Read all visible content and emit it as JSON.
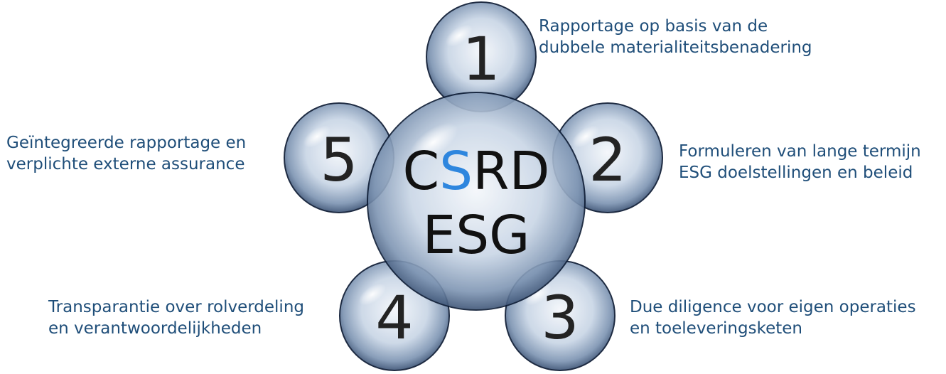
{
  "center": {
    "line1_pre": "C",
    "line1_accent": "S",
    "line1_post": "RD",
    "line2": "ESG"
  },
  "bubbles": [
    {
      "number": "1",
      "text_lines": [
        "Rapportage op basis van de",
        "dubbele materialiteitsbenadering"
      ]
    },
    {
      "number": "2",
      "text_lines": [
        "Formuleren van lange termijn",
        "ESG doelstellingen en beleid"
      ]
    },
    {
      "number": "3",
      "text_lines": [
        "Due diligence voor eigen operaties",
        "en toeleveringsketen"
      ]
    },
    {
      "number": "4",
      "text_lines": [
        "Transparantie over rolverdeling",
        "en verantwoordelijkheden"
      ]
    },
    {
      "number": "5",
      "text_lines": [
        "Geïntegreerde rapportage en",
        "verplichte externe assurance"
      ]
    }
  ],
  "colors": {
    "text": "#1f4e79",
    "accent": "#2e86de",
    "glyph": "#111111",
    "bubble_outline": "#0b1a33"
  }
}
